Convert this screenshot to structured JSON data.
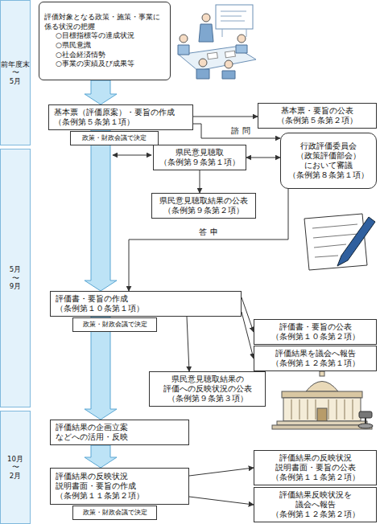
{
  "diagram": {
    "nodes": [
      {
        "text": [
          "前年度末 〜 5月"
        ]
      },
      {
        "text": [
          "5月 〜 9月"
        ]
      },
      {
        "text": [
          "10月 〜 2月"
        ]
      },
      {
        "text": [
          "評価対象となる政策・施策・事業に係る状況の把握",
          "○目標指標等の達成状況",
          "○県民意識",
          "○社会経済情勢",
          "○事業の実績及び成果等"
        ]
      },
      {
        "text": [
          "基本票（評価原案）・要旨の作成 （条例第５条第１項）"
        ]
      },
      {
        "text": [
          "政策・財政会議で決定"
        ]
      },
      {
        "text": [
          "基本票・要旨の公表 （条例第５条第２項）"
        ]
      },
      {
        "text": [
          "行政評価委員会 （政策評価部会） において審議 （条例第８条第１項）"
        ]
      },
      {
        "text": [
          "県民意見聴取 （条例第９条第１項）"
        ]
      },
      {
        "text": [
          "県民意見聴取結果の公表 （条例第９条第２項）"
        ]
      },
      {
        "text": [
          "評価書・要旨の作成 （条例第１０条第１項）"
        ]
      },
      {
        "text": [
          "政策・財政会議で決定"
        ]
      },
      {
        "text": [
          "評価書・要旨の公表 （条例第１０条第２項）"
        ]
      },
      {
        "text": [
          "評価結果を議会へ報告 （条例第１２条第１項）"
        ]
      },
      {
        "text": [
          "県民意見聴取結果の 評価への反映状況の公表 （条例第９条第３項）"
        ]
      },
      {
        "text": [
          "評価結果の企画立案 などへの活用・反映"
        ]
      },
      {
        "text": [
          "評価結果の反映状況 説明書面・要旨の作成 （条例第１１条第２項）"
        ]
      },
      {
        "text": [
          "政策・財政会議で決定"
        ]
      },
      {
        "text": [
          "評価結果の反映状況 説明書面・要旨の公表 （条例第１１条第２項）"
        ]
      },
      {
        "text": [
          "評価結果反映状況を 議会へ報告 （条例第１２条第２項）"
        ]
      }
    ],
    "edges": [
      {
        "from": 3,
        "to": 4,
        "arrow": "to"
      },
      {
        "from": 4,
        "to": 6,
        "arrow": "to"
      },
      {
        "from": 4,
        "to": 7,
        "label": "諮 問",
        "arrow": "to"
      },
      {
        "from": 8,
        "to": 7,
        "arrow": "both"
      },
      {
        "from": 8,
        "to": 9,
        "arrow": "to"
      },
      {
        "from": 7,
        "to": 10,
        "label": "答 申",
        "arrow": "to"
      },
      {
        "from": 4,
        "to": 10,
        "arrow": "to"
      },
      {
        "from": 10,
        "to": 12,
        "arrow": "to"
      },
      {
        "from": 10,
        "to": 13,
        "arrow": "to"
      },
      {
        "from": 10,
        "to": 14,
        "arrow": "to"
      },
      {
        "from": 10,
        "to": 15,
        "arrow": "to"
      },
      {
        "from": 15,
        "to": 16,
        "arrow": "to"
      },
      {
        "from": 16,
        "to": 18,
        "arrow": "to"
      },
      {
        "from": 16,
        "to": 19,
        "arrow": "to"
      }
    ]
  }
}
